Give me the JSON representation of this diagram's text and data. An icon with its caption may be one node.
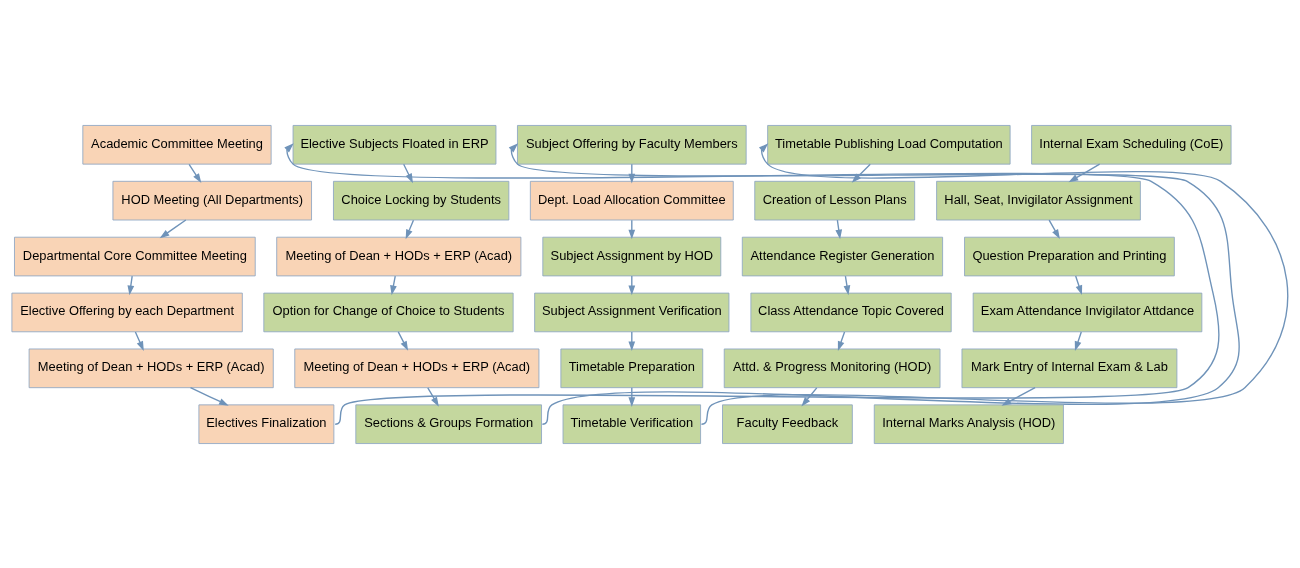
{
  "diagram": {
    "nodes": [
      {
        "text": [
          "Academic Committee Meeting"
        ]
      },
      {
        "text": [
          "HOD Meeting (All Departments)"
        ]
      },
      {
        "text": [
          "Departmental Core Committee Meeting"
        ]
      },
      {
        "text": [
          "Elective Offering by each Department"
        ]
      },
      {
        "text": [
          "Meeting of Dean + HODs + ERP (Acad)"
        ]
      },
      {
        "text": [
          "Electives Finalization"
        ]
      },
      {
        "text": [
          "Elective Subjects Floated in ERP"
        ]
      },
      {
        "text": [
          "Choice Locking by Students"
        ]
      },
      {
        "text": [
          "Meeting of Dean + HODs + ERP (Acad)"
        ]
      },
      {
        "text": [
          "Option for Change of Choice to Students"
        ]
      },
      {
        "text": [
          "Meeting of Dean + HODs + ERP (Acad)"
        ]
      },
      {
        "text": [
          "Sections & Groups Formation"
        ]
      },
      {
        "text": [
          "Subject Offering by Faculty Members"
        ]
      },
      {
        "text": [
          "Dept. Load Allocation Committee"
        ]
      },
      {
        "text": [
          "Subject Assignment by HOD"
        ]
      },
      {
        "text": [
          "Subject Assignment Verification"
        ]
      },
      {
        "text": [
          "Timetable Preparation"
        ]
      },
      {
        "text": [
          "Timetable Verification"
        ]
      },
      {
        "text": [
          "Timetable Publishing Load Computation"
        ]
      },
      {
        "text": [
          "Creation of Lesson Plans"
        ]
      },
      {
        "text": [
          "Attendance Register Generation"
        ]
      },
      {
        "text": [
          "Class Attendance Topic Covered"
        ]
      },
      {
        "text": [
          "Attd. & Progress Monitoring (HOD)"
        ]
      },
      {
        "text": [
          "Faculty Feedback"
        ]
      },
      {
        "text": [
          "Internal Exam Scheduling (CoE)"
        ]
      },
      {
        "text": [
          "Hall, Seat, Invigilator Assignment"
        ]
      },
      {
        "text": [
          "Question Preparation and Printing"
        ]
      },
      {
        "text": [
          "Exam Attendance Invigilator Attdance"
        ]
      },
      {
        "text": [
          "Mark Entry of Internal Exam & Lab"
        ]
      },
      {
        "text": [
          "Internal Marks Analysis (HOD)"
        ]
      }
    ],
    "edges": [
      {
        "from": 0,
        "to": 1,
        "arrow": "to"
      },
      {
        "from": 1,
        "to": 2,
        "arrow": "to"
      },
      {
        "from": 2,
        "to": 3,
        "arrow": "to"
      },
      {
        "from": 3,
        "to": 4,
        "arrow": "to"
      },
      {
        "from": 4,
        "to": 5,
        "arrow": "to"
      },
      {
        "from": 5,
        "to": 6,
        "arrow": "to"
      },
      {
        "from": 6,
        "to": 7,
        "arrow": "to"
      },
      {
        "from": 7,
        "to": 8,
        "arrow": "to"
      },
      {
        "from": 8,
        "to": 9,
        "arrow": "to"
      },
      {
        "from": 9,
        "to": 10,
        "arrow": "to"
      },
      {
        "from": 10,
        "to": 11,
        "arrow": "to"
      },
      {
        "from": 11,
        "to": 12,
        "arrow": "to"
      },
      {
        "from": 12,
        "to": 13,
        "arrow": "to"
      },
      {
        "from": 13,
        "to": 14,
        "arrow": "to"
      },
      {
        "from": 14,
        "to": 15,
        "arrow": "to"
      },
      {
        "from": 15,
        "to": 16,
        "arrow": "to"
      },
      {
        "from": 16,
        "to": 17,
        "arrow": "to"
      },
      {
        "from": 17,
        "to": 18,
        "arrow": "to"
      },
      {
        "from": 18,
        "to": 19,
        "arrow": "to"
      },
      {
        "from": 19,
        "to": 20,
        "arrow": "to"
      },
      {
        "from": 20,
        "to": 21,
        "arrow": "to"
      },
      {
        "from": 21,
        "to": 22,
        "arrow": "to"
      },
      {
        "from": 22,
        "to": 23,
        "arrow": "to"
      },
      {
        "from": 24,
        "to": 25,
        "arrow": "to"
      },
      {
        "from": 25,
        "to": 26,
        "arrow": "to"
      },
      {
        "from": 26,
        "to": 27,
        "arrow": "to"
      },
      {
        "from": 27,
        "to": 28,
        "arrow": "to"
      },
      {
        "from": 28,
        "to": 29,
        "arrow": "to"
      }
    ]
  }
}
